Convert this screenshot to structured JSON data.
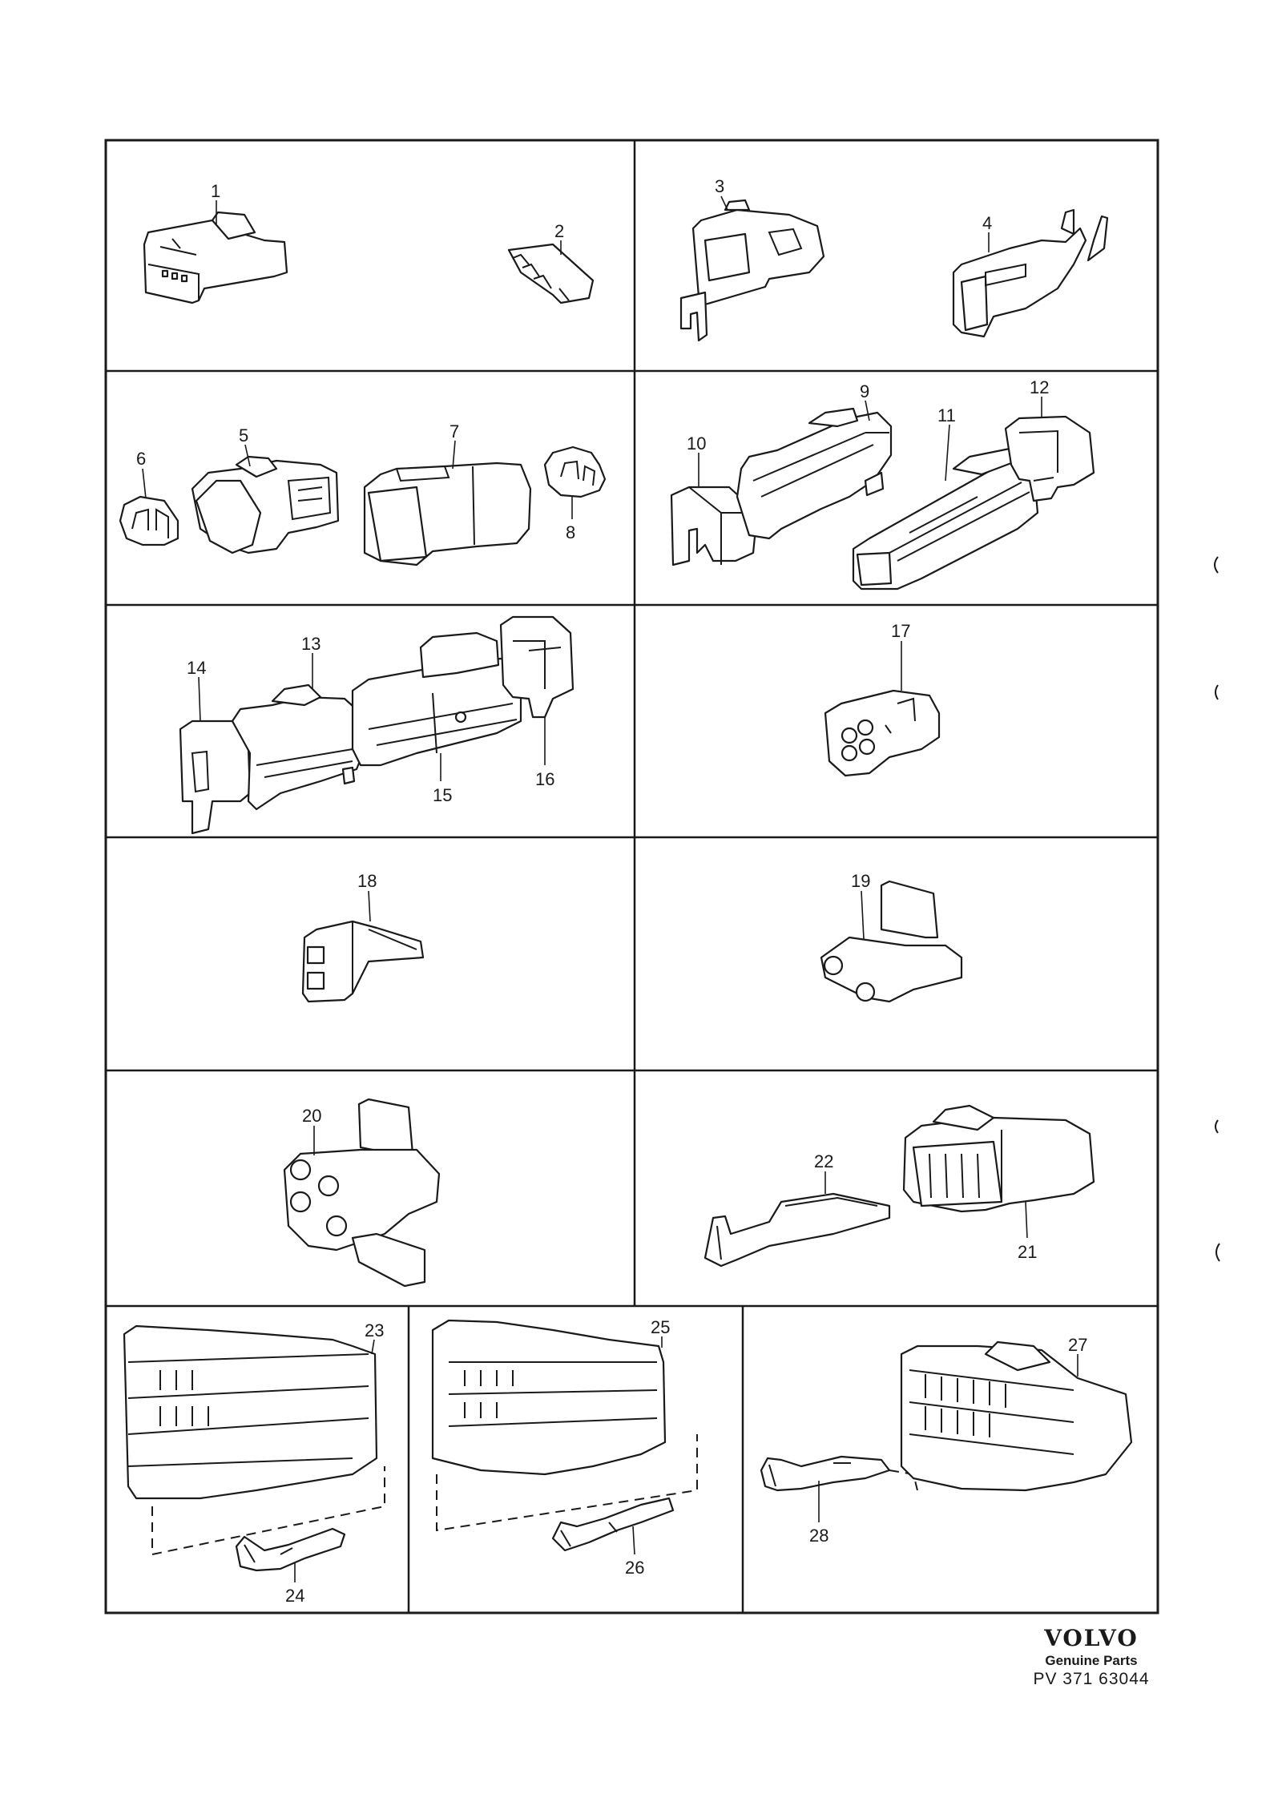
{
  "diagram": {
    "callouts": [
      "1",
      "2",
      "3",
      "4",
      "5",
      "6",
      "7",
      "8",
      "9",
      "10",
      "11",
      "12",
      "13",
      "14",
      "15",
      "16",
      "17",
      "18",
      "19",
      "20",
      "21",
      "22",
      "23",
      "24",
      "25",
      "26",
      "27",
      "28"
    ]
  },
  "footer": {
    "brand": "VOLVO",
    "subtitle": "Genuine Parts",
    "reference": "PV 371 63044"
  }
}
